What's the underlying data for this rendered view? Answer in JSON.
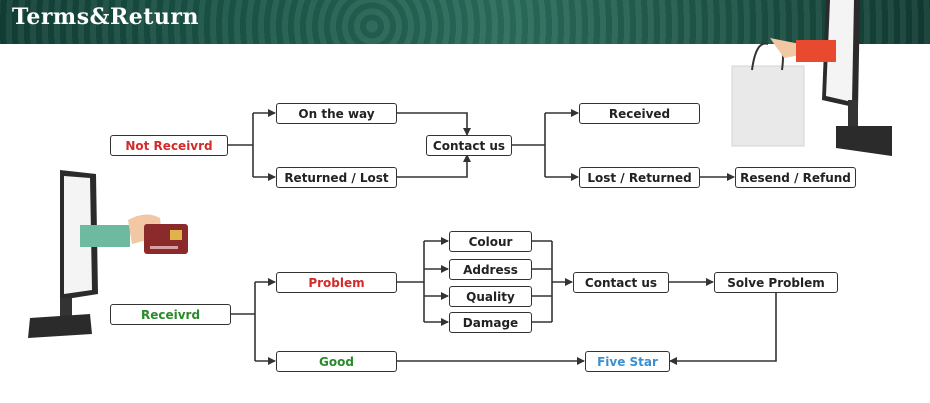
{
  "header": {
    "title": "Terms&Return"
  },
  "diagram": {
    "not_received": "Not Receivrd",
    "on_the_way": "On the way",
    "returned_lost": "Returned / Lost",
    "contact_us_top": "Contact us",
    "received": "Received",
    "lost_returned": "Lost / Returned",
    "resend_refund": "Resend / Refund",
    "receivrd": "Receivrd",
    "problem": "Problem",
    "colour": "Colour",
    "address": "Address",
    "quality": "Quality",
    "damage": "Damage",
    "contact_us_bottom": "Contact us",
    "solve_problem": "Solve Problem",
    "good": "Good",
    "five_star": "Five Star"
  },
  "colors": {
    "banner": "#1d5a4b",
    "red_label": "#d42a2a",
    "green_label": "#2a8a2a",
    "blue_label": "#3a8fd0"
  }
}
